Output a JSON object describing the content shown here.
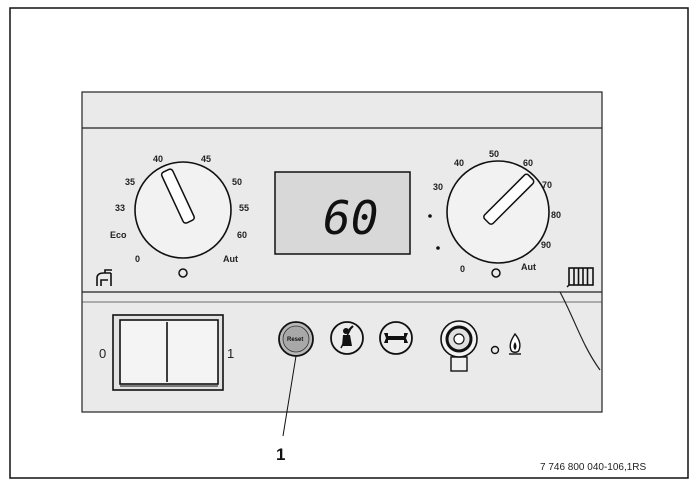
{
  "dhw_dial": {
    "scale": [
      "Eco",
      "33",
      "35",
      "40",
      "45",
      "50",
      "55",
      "60",
      "Aut",
      "0"
    ]
  },
  "heating_dial": {
    "scale": [
      "30",
      "40",
      "50",
      "60",
      "70",
      "80",
      "90",
      "Aut",
      "0"
    ]
  },
  "display": {
    "value": "60"
  },
  "switch": {
    "off_label": "0",
    "on_label": "1"
  },
  "buttons": {
    "reset_label": "Reset"
  },
  "callout": {
    "number": "1"
  },
  "figure_ref": "7 746 800 040-106,1RS",
  "icons": [
    "tap-icon",
    "radiator-icon",
    "chimney-sweep-icon",
    "service-wrench-icon",
    "pressure-gauge-icon",
    "status-lamp-icon",
    "flame-icon"
  ]
}
